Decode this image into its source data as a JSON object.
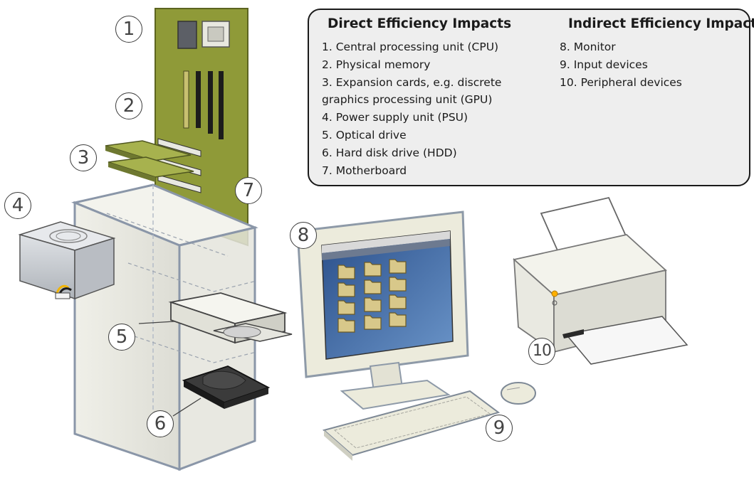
{
  "legend": {
    "direct_title": "Direct Efficiency Impacts",
    "indirect_title": "Indirect Efficiency Impacts",
    "direct_items": [
      "1. Central processing unit (CPU)",
      "2. Physical memory",
      "3. Expansion cards, e.g. discrete",
      "graphics processing unit (GPU)",
      "4. Power supply unit (PSU)",
      "5. Optical drive",
      "6. Hard disk drive (HDD)",
      "7. Motherboard"
    ],
    "indirect_items": [
      "8. Monitor",
      "9. Input devices",
      "10. Peripheral devices"
    ]
  },
  "callouts": [
    "1",
    "2",
    "3",
    "4",
    "5",
    "6",
    "7",
    "8",
    "9",
    "10"
  ],
  "colors": {
    "motherboard": "#8f9a38",
    "case": "#efefe7",
    "screen": "#3d6aa8",
    "folder": "#d8c88a",
    "psu": "#cfd3d8",
    "hdd": "#2e2e2e",
    "legend_bg": "#eeeeee"
  }
}
